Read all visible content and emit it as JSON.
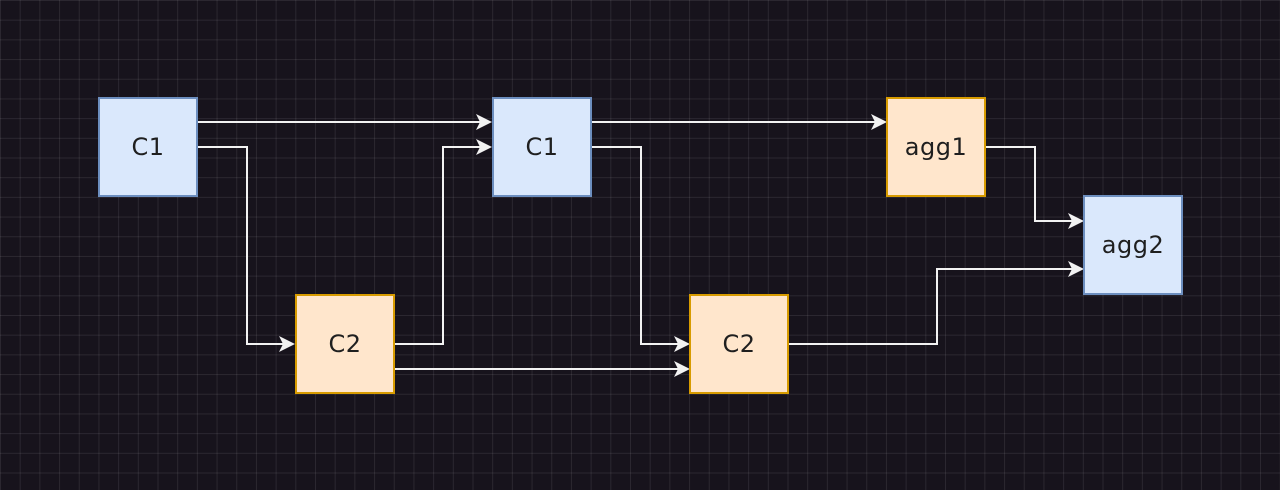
{
  "diagram": {
    "background": "#17131c",
    "colors": {
      "blue_fill": "#dae8fc",
      "blue_stroke": "#6c8ebf",
      "orange_fill": "#ffe6cc",
      "orange_stroke": "#d79b00",
      "edge": "#f2f2f2"
    },
    "nodes": [
      {
        "id": "c1-first",
        "label": "C1",
        "style": "blue"
      },
      {
        "id": "c2-first",
        "label": "C2",
        "style": "orange"
      },
      {
        "id": "c1-second",
        "label": "C1",
        "style": "blue"
      },
      {
        "id": "c2-second",
        "label": "C2",
        "style": "orange"
      },
      {
        "id": "agg1",
        "label": "agg1",
        "style": "orange"
      },
      {
        "id": "agg2",
        "label": "agg2",
        "style": "blue"
      }
    ],
    "edges": [
      {
        "from": "c1-first",
        "to": "c1-second"
      },
      {
        "from": "c1-first",
        "to": "c2-first"
      },
      {
        "from": "c2-first",
        "to": "c1-second"
      },
      {
        "from": "c2-first",
        "to": "c2-second"
      },
      {
        "from": "c1-second",
        "to": "agg1"
      },
      {
        "from": "c1-second",
        "to": "c2-second"
      },
      {
        "from": "agg1",
        "to": "agg2"
      },
      {
        "from": "c2-second",
        "to": "agg2"
      }
    ]
  }
}
